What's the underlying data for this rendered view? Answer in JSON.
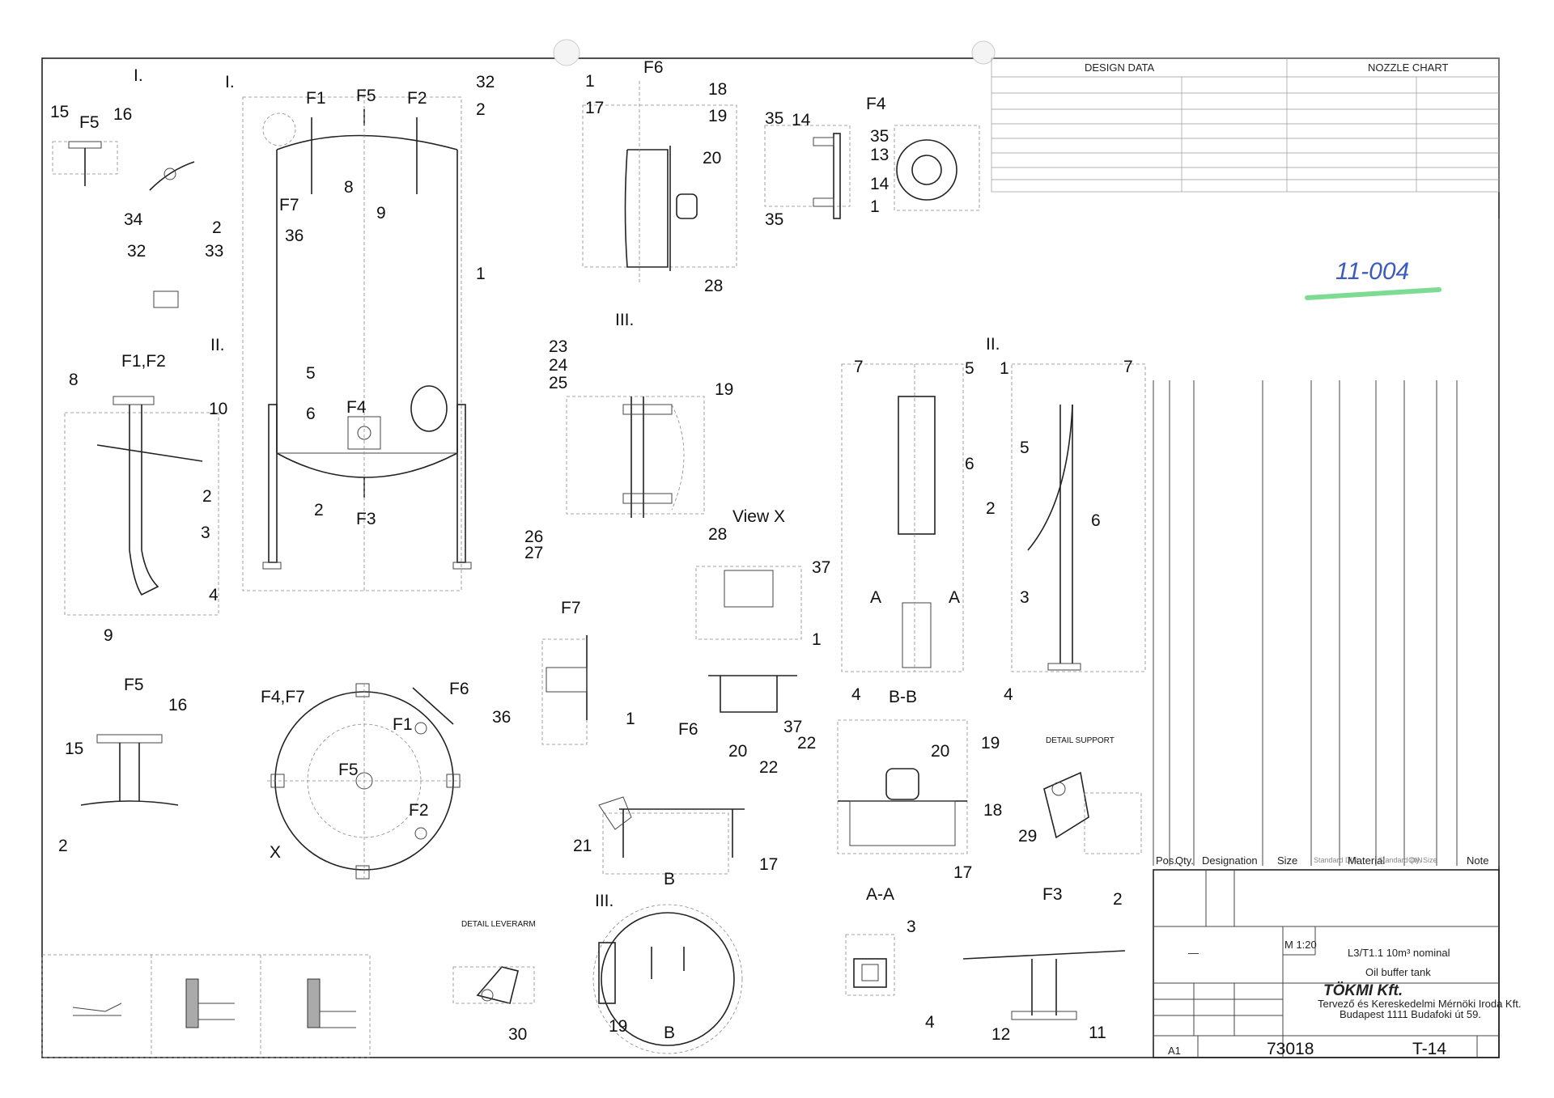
{
  "views": {
    "detail_I_top": {
      "title": "I.",
      "labels": [
        "15",
        "F5",
        "16",
        "34",
        "2",
        "32",
        "33"
      ]
    },
    "main_elevation": {
      "title": "I.",
      "labels": [
        "F1",
        "F5",
        "F2",
        "32",
        "2",
        "F7",
        "8",
        "9",
        "36",
        "1",
        "5",
        "6",
        "F4",
        "3",
        "2",
        "F3",
        "4"
      ]
    },
    "detail_II_left": {
      "title": "II.",
      "heading": "F1,F2",
      "labels": [
        "8",
        "10",
        "2",
        "9"
      ]
    },
    "detail_F6_top": {
      "title": "F6",
      "labels": [
        "1",
        "17",
        "18",
        "19",
        "20",
        "28"
      ]
    },
    "detail_F4": {
      "title": "F4",
      "labels": [
        "35",
        "14",
        "35",
        "13",
        "14",
        "1",
        "35"
      ]
    },
    "detail_III_top": {
      "title": "III.",
      "labels": [
        "23",
        "24",
        "25",
        "19",
        "26",
        "27",
        "28"
      ]
    },
    "view_x": {
      "title": "View X",
      "labels": [
        "37",
        "1",
        "37"
      ]
    },
    "detail_F7": {
      "title": "F7",
      "labels": [
        "36",
        "1"
      ]
    },
    "section_BB": {
      "title": "B-B",
      "labels": [
        "7",
        "5",
        "6",
        "2",
        "A",
        "A",
        "4"
      ]
    },
    "detail_II_right": {
      "title": "II.",
      "labels": [
        "1",
        "7",
        "5",
        "6",
        "3",
        "4"
      ]
    },
    "detail_F5": {
      "title": "F5",
      "labels": [
        "16",
        "15",
        "2"
      ]
    },
    "plan_view": {
      "labels": [
        "F4,F7",
        "F6",
        "F1",
        "F5",
        "F2",
        "X"
      ]
    },
    "detail_F6_bottom": {
      "title": "F6",
      "labels": [
        "20",
        "22",
        "21",
        "17"
      ]
    },
    "detail_manhole": {
      "labels": [
        "22",
        "20",
        "19",
        "18",
        "17"
      ]
    },
    "detail_support": {
      "title": "DETAIL SUPPORT",
      "labels": [
        "29"
      ]
    },
    "detail_leverarm": {
      "title": "DETAIL LEVERARM",
      "labels": [
        "30"
      ]
    },
    "detail_III_bottom": {
      "title": "III.",
      "labels": [
        "B",
        "B",
        "19"
      ]
    },
    "section_AA": {
      "title": "A-A",
      "labels": [
        "3",
        "4"
      ]
    },
    "detail_F3": {
      "title": "F3",
      "labels": [
        "2",
        "12",
        "11"
      ]
    }
  },
  "tables": {
    "design_data_header": "DESIGN DATA",
    "nozzle_chart_header": "NOZZLE CHART"
  },
  "handwritten_note": "11-004",
  "bom_headers": [
    "Pos.",
    "Qty.",
    "Designation",
    "Size",
    "Standard DIN",
    "Material",
    "Standard DIN",
    "Qty.",
    "Size",
    "Note"
  ],
  "title_block": {
    "scale": "M 1:20",
    "line1": "L3/T1.1  10m³ nominal",
    "line2": "Oil buffer tank",
    "company": "TÖKMI Kft.",
    "company_sub1": "Tervező és Kereskedelmi Mérnöki Iroda Kft.",
    "company_sub2": "Budapest 1111 Budafoki út 59.",
    "dash": "—",
    "sheet_size": "A1",
    "drawing_no": "73018",
    "sheet_code": "T-14"
  },
  "colors": {
    "line": "#222222",
    "highlight": "#5fd37a",
    "handwriting": "#3a5bbf"
  }
}
